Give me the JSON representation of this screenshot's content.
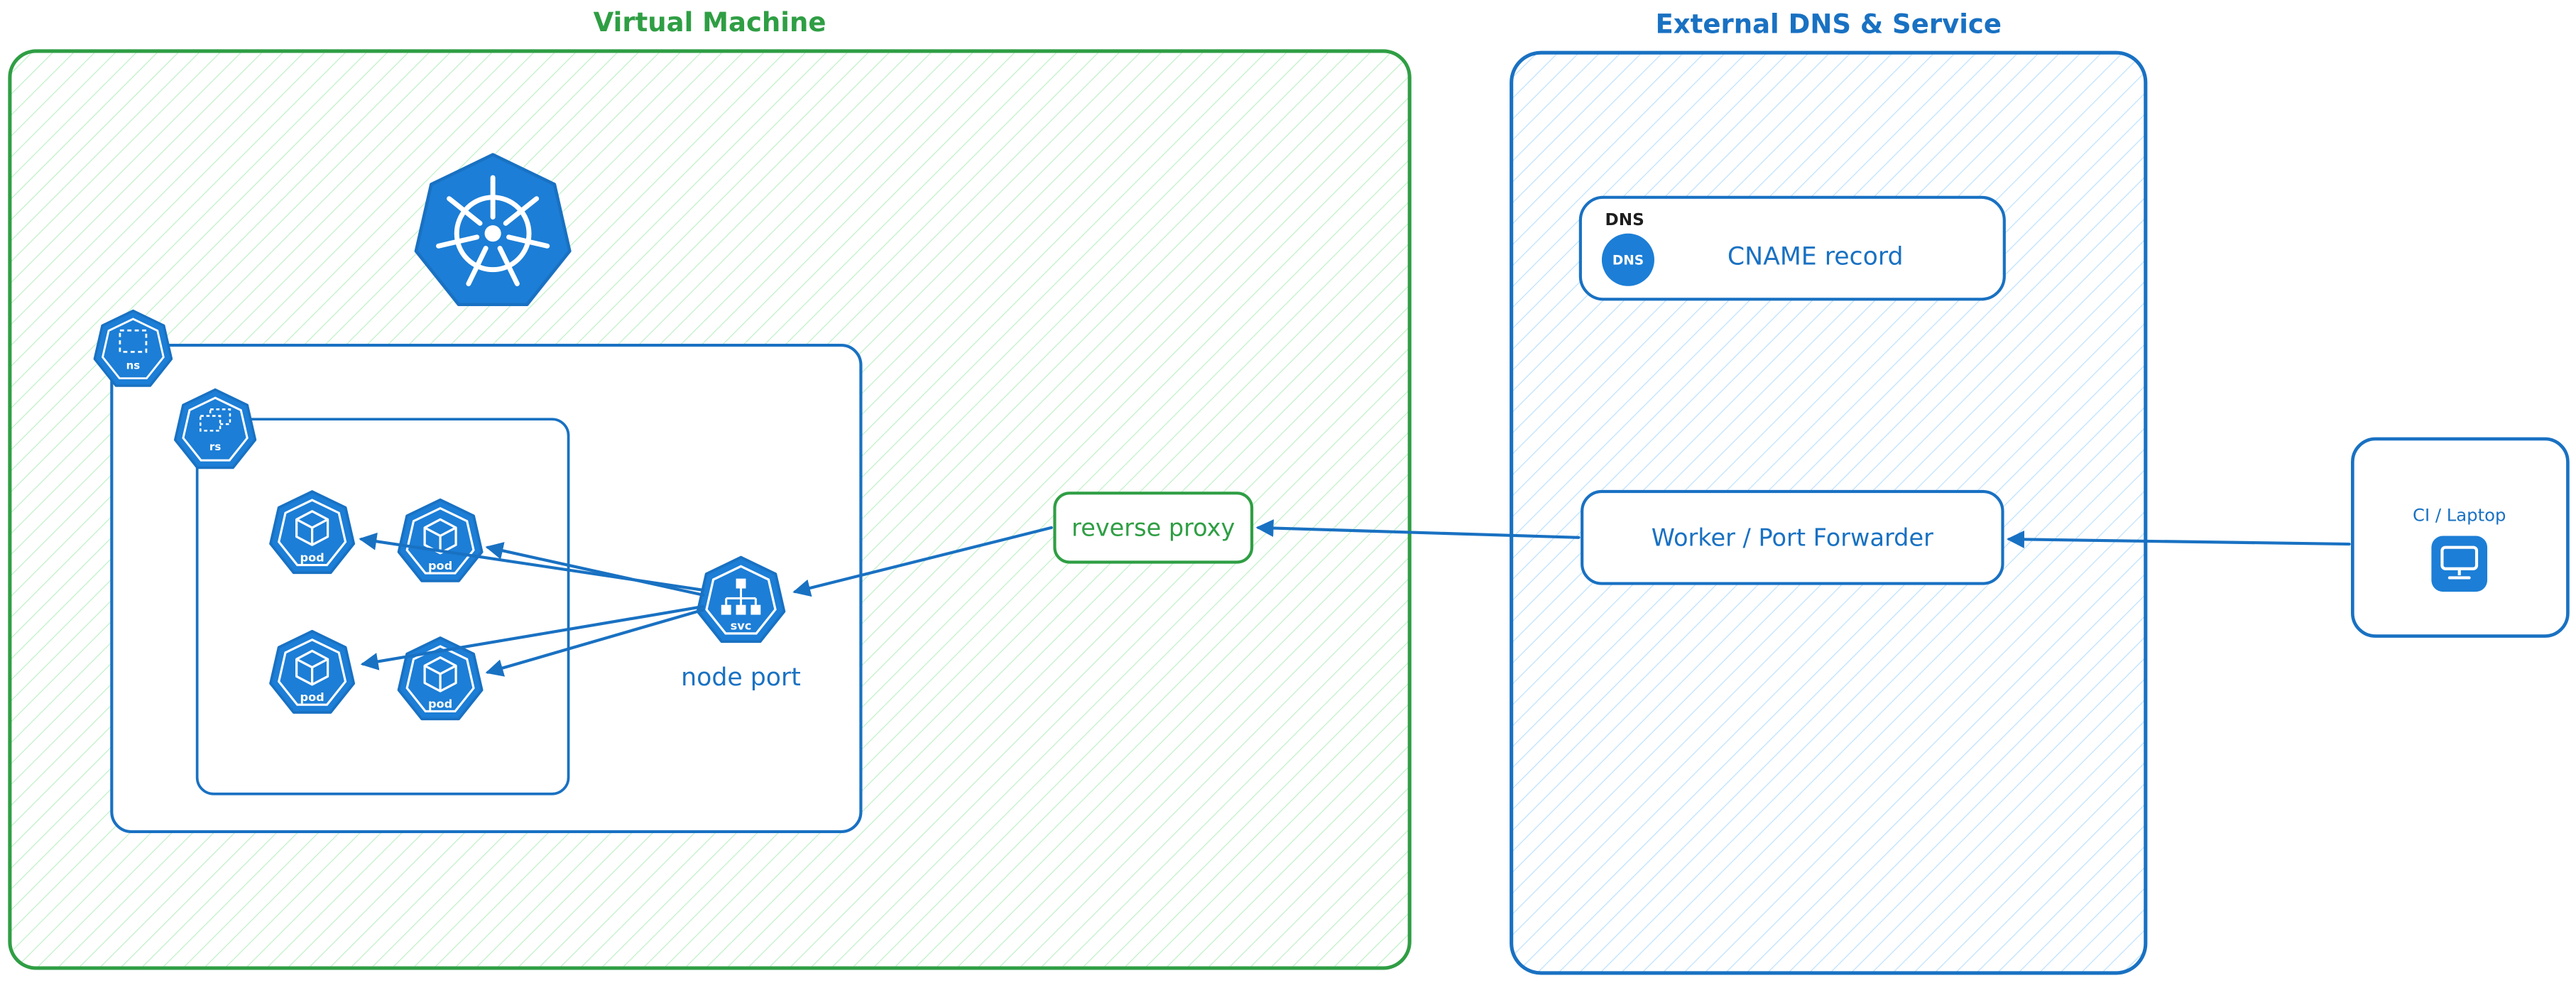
{
  "vm": {
    "title": "Virtual Machine",
    "namespace_label": "ns",
    "replicaset_label": "rs",
    "pod_label": "pod",
    "service_label": "svc",
    "node_port_label": "node port",
    "reverse_proxy_label": "reverse proxy"
  },
  "external": {
    "title": "External DNS & Service",
    "dns_tag": "DNS",
    "dns_icon_label": "DNS",
    "cname_label": "CNAME record",
    "worker_label": "Worker / Port Forwarder"
  },
  "client": {
    "label": "CI / Laptop"
  },
  "colors": {
    "green_stroke": "#2f9e44",
    "green_hatch": "#69db7c",
    "blue_stroke": "#1971c2",
    "blue_hatch": "#74c0fc",
    "icon_fill": "#1c7ed6",
    "label_dark": "#1e1e1e"
  }
}
